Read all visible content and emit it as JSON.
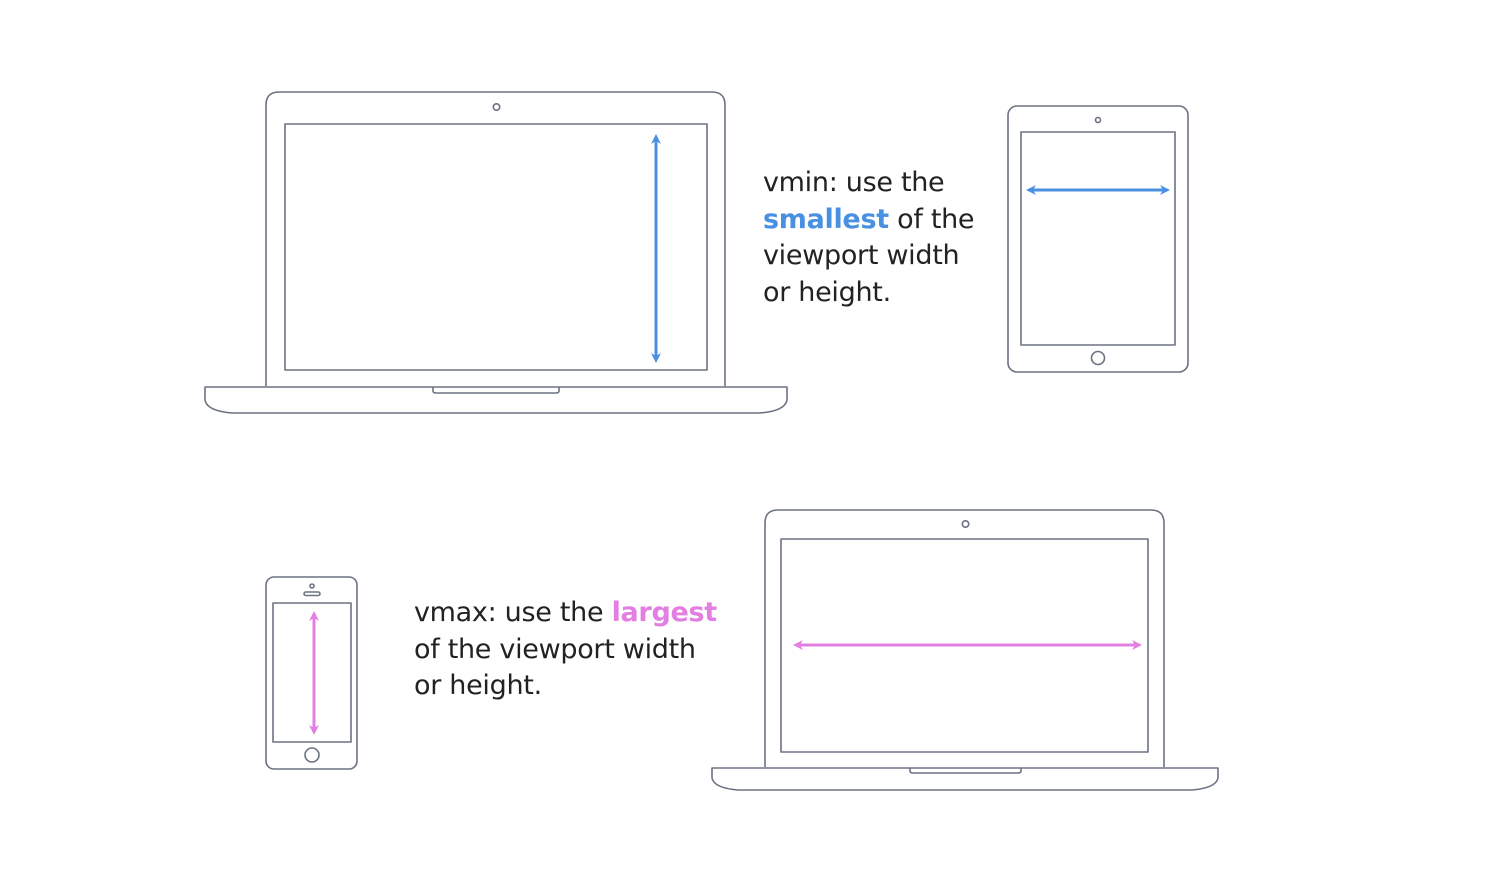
{
  "colors": {
    "device_stroke": "#6b7282",
    "vmin_accent": "#4a90e2",
    "vmax_accent": "#e27fe0",
    "text": "#222222"
  },
  "vmin": {
    "line1": "vmin: use the",
    "highlight": "smallest",
    "line2_rest": " of the",
    "line3": "viewport width",
    "line4": "or height."
  },
  "vmax": {
    "line1_prefix": "vmax: use the ",
    "highlight": "largest",
    "line2": "of the viewport width",
    "line3": "or height."
  }
}
